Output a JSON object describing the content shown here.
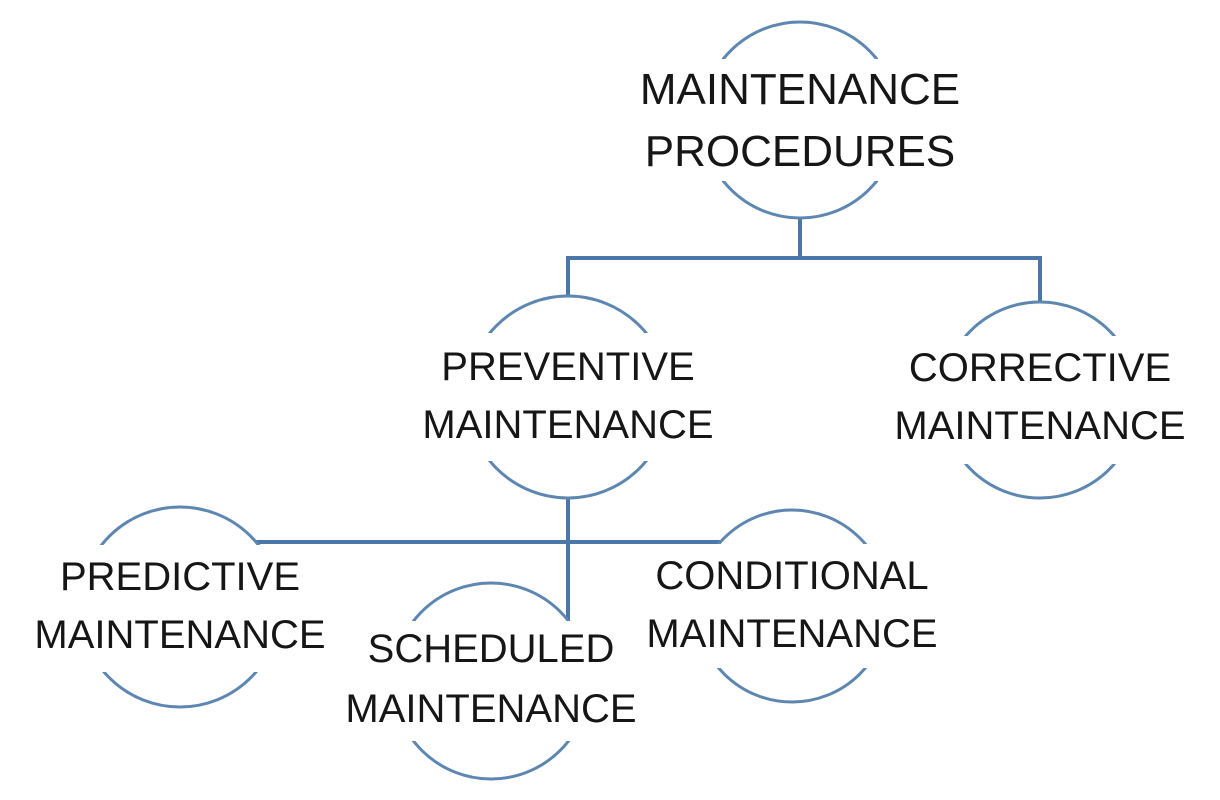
{
  "diagram": {
    "type": "hierarchy",
    "background": "#ffffff",
    "colors": {
      "connector": "#4a77a7",
      "circle_stroke": "#5d87b1",
      "text": "#161616"
    },
    "nodes": {
      "maintenance_procedures": {
        "label": "MAINTENANCE PROCEDURES",
        "line1": "MAINTENANCE",
        "line2": "PROCEDURES"
      },
      "preventive_maintenance": {
        "label": "PREVENTIVE MAINTENANCE",
        "line1": "PREVENTIVE",
        "line2": "MAINTENANCE"
      },
      "corrective_maintenance": {
        "label": "CORRECTIVE MAINTENANCE",
        "line1": "CORRECTIVE",
        "line2": "MAINTENANCE"
      },
      "predictive_maintenance": {
        "label": "PREDICTIVE MAINTENANCE",
        "line1": "PREDICTIVE",
        "line2": "MAINTENANCE"
      },
      "scheduled_maintenance": {
        "label": "SCHEDULED MAINTENANCE",
        "line1": "SCHEDULED",
        "line2": "MAINTENANCE"
      },
      "conditional_maintenance": {
        "label": "CONDITIONAL MAINTENANCE",
        "line1": "CONDITIONAL",
        "line2": "MAINTENANCE"
      }
    },
    "edges": [
      {
        "from": "maintenance_procedures",
        "to": "preventive_maintenance"
      },
      {
        "from": "maintenance_procedures",
        "to": "corrective_maintenance"
      },
      {
        "from": "preventive_maintenance",
        "to": "predictive_maintenance"
      },
      {
        "from": "preventive_maintenance",
        "to": "scheduled_maintenance"
      },
      {
        "from": "preventive_maintenance",
        "to": "conditional_maintenance"
      }
    ]
  }
}
